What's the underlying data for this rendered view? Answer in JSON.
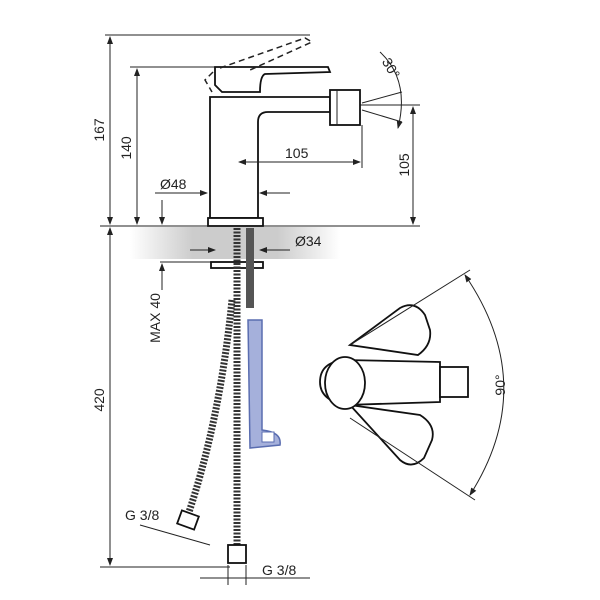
{
  "dimensions": {
    "total_height": "167",
    "handle_height": "140",
    "spout_reach": "105",
    "spout_height": "105",
    "body_diameter": "Ø48",
    "hole_diameter": "Ø34",
    "max_thickness": "MAX 40",
    "hose_length": "420",
    "hose_thread_left": "G 3/8",
    "hose_thread_bottom": "G 3/8",
    "aerator_angle": "30°",
    "handle_angle": "90°"
  },
  "colors": {
    "bracket": "#5a6db0",
    "line": "#222222"
  }
}
